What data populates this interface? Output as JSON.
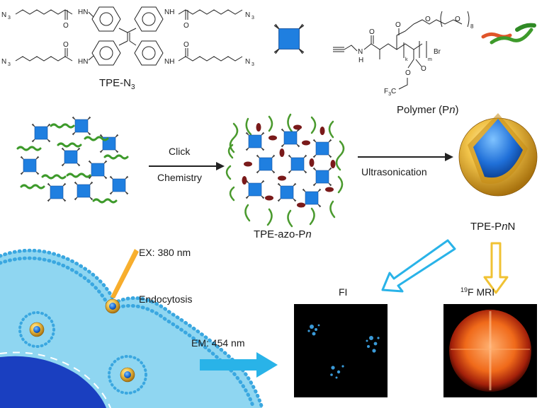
{
  "labels": {
    "tpe_n3_prefix": "TPE-N",
    "tpe_n3_sub": "3",
    "polymer_prefix": "Polymer (P",
    "polymer_italic": "n",
    "polymer_suffix": ")",
    "click_line1": "Click",
    "click_line2": "Chemistry",
    "ultrasonication": "Ultrasonication",
    "tpe_azo_prefix": "TPE-azo-P",
    "tpe_azo_italic": "n",
    "tpe_pnn_prefix": "TPE-P",
    "tpe_pnn_italic": "n",
    "tpe_pnn_suffix": "N",
    "ex": "EX: 380 nm",
    "endocytosis": "Endocytosis",
    "em": "EM: 454 nm",
    "fi": "FI",
    "mri_sup": "19",
    "mri": "F MRI"
  },
  "chem": {
    "n3": "N",
    "n3_sub": "3",
    "hn": "HN",
    "nh": "NH",
    "h": "H",
    "n": "N",
    "o": "O",
    "br": "Br",
    "f3c": "F",
    "f3c_sub": "3",
    "c": "C",
    "rep8": "8",
    "k": "k",
    "m": "m"
  },
  "colors": {
    "tpe_blue": "#1f7fe0",
    "sphere_gold": "#e0a82a",
    "cell_blue": "#7fd0ef",
    "membrane_dots": "#3aa7e0",
    "nucleus": "#1a3fc0",
    "arrow_blue": "#29b3e8",
    "arrow_gold": "#f0c233"
  }
}
